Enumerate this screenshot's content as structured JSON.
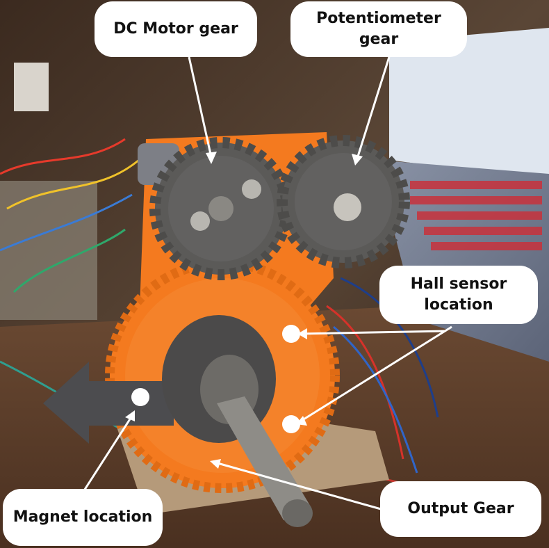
{
  "callouts": {
    "dc_motor_gear": "DC Motor gear",
    "potentiometer_gear": "Potentiometer gear",
    "hall_sensor_location": "Hall sensor location",
    "magnet_location": "Magnet location",
    "output_gear": "Output Gear"
  },
  "colors": {
    "gear_orange": "#f47a1f",
    "gear_gray": "#5b5a58",
    "background_wood": "#3a2a1e",
    "laptop_keyboard_red": "#c8323c",
    "label_bg": "#ffffff"
  }
}
